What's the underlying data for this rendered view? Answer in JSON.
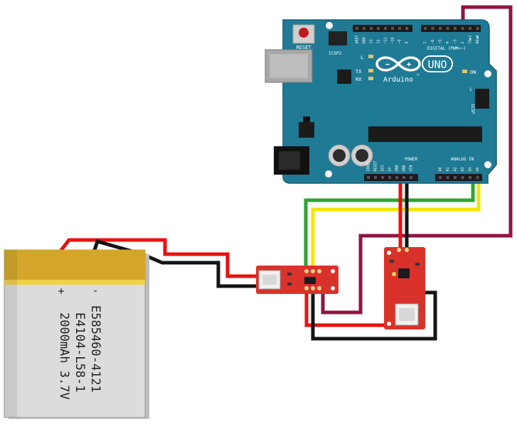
{
  "arduino": {
    "reset_label": "RESET",
    "icsp2_label": "ICSP2",
    "icsp_label": "ICSP",
    "digital_label": "DIGITAL (PWM=~)",
    "brand_text": "Arduino",
    "tm_mark": "™",
    "model_text": "UNO",
    "on_label": "ON",
    "led_labels": [
      "L",
      "TX",
      "RX"
    ],
    "top_pins": [
      "AREF",
      "GND",
      "13",
      "12",
      "~11",
      "~10",
      "~9",
      "8",
      "7",
      "~6",
      "~5",
      "4",
      "~3",
      "2",
      "TX▶1",
      "RX◀0"
    ],
    "power_label": "POWER",
    "analog_label": "ANALOG IN",
    "power_pins": [
      "IOREF",
      "RESET",
      "3V3",
      "5V",
      "GND",
      "GND",
      "VIN"
    ],
    "analog_pins": [
      "A0",
      "A1",
      "A2",
      "A3",
      "A4",
      "A5"
    ],
    "icsp_one": "1"
  },
  "battery": {
    "plus": "+",
    "minus": "-",
    "lines": [
      "E585460-4121",
      "E4104-L58-1",
      "2000mAh 3.7V"
    ]
  },
  "colors": {
    "board": "#1f7a95",
    "board_edge": "#165d72",
    "breakout": "#d9322b",
    "wire_red": "#e8110f",
    "wire_black": "#141414",
    "wire_green": "#2fa531",
    "wire_yellow": "#f2e600",
    "wire_maroon": "#8e1544",
    "battery_gold": "#d4a72c",
    "battery_body": "#dcdcdc"
  }
}
